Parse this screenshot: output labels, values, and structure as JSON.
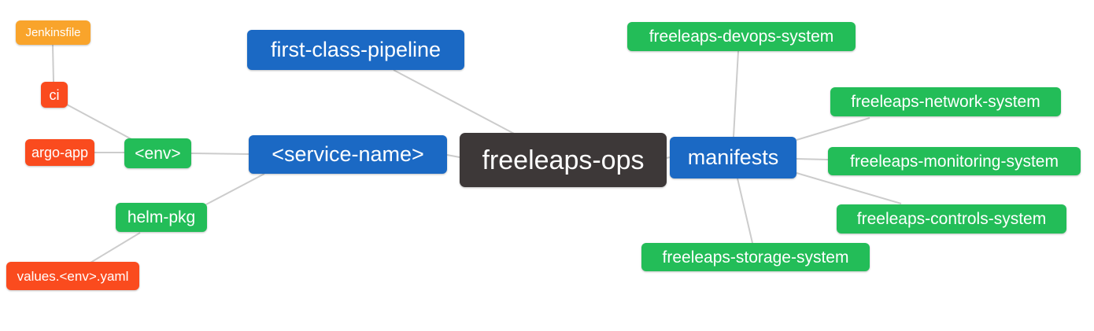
{
  "diagram": {
    "type": "mindmap",
    "background": "#ffffff",
    "edge_color": "#cccccc",
    "colors": {
      "blue": "#1b69c4",
      "green": "#23bd58",
      "orange": "#f9a42b",
      "red": "#fa4b1e",
      "dark": "#3d3838"
    },
    "nodes": [
      {
        "id": "jenkinsfile",
        "label": "Jenkinsfile",
        "color": "orange"
      },
      {
        "id": "ci",
        "label": "ci",
        "color": "red"
      },
      {
        "id": "argo-app",
        "label": "argo-app",
        "color": "red"
      },
      {
        "id": "env",
        "label": "<env>",
        "color": "green"
      },
      {
        "id": "helm-pkg",
        "label": "helm-pkg",
        "color": "green"
      },
      {
        "id": "values-env-yaml",
        "label": "values.<env>.yaml",
        "color": "red"
      },
      {
        "id": "first-class-pipeline",
        "label": "first-class-pipeline",
        "color": "blue"
      },
      {
        "id": "service-name",
        "label": "<service-name>",
        "color": "blue"
      },
      {
        "id": "freeleaps-ops",
        "label": "freeleaps-ops",
        "color": "dark"
      },
      {
        "id": "manifests",
        "label": "manifests",
        "color": "blue"
      },
      {
        "id": "freeleaps-devops-system",
        "label": "freeleaps-devops-system",
        "color": "green"
      },
      {
        "id": "freeleaps-network-system",
        "label": "freeleaps-network-system",
        "color": "green"
      },
      {
        "id": "freeleaps-monitoring-system",
        "label": "freeleaps-monitoring-system",
        "color": "green"
      },
      {
        "id": "freeleaps-controls-system",
        "label": "freeleaps-controls-system",
        "color": "green"
      },
      {
        "id": "freeleaps-storage-system",
        "label": "freeleaps-storage-system",
        "color": "green"
      }
    ],
    "edges": [
      [
        "Jenkinsfile",
        "ci"
      ],
      [
        "ci",
        "<env>"
      ],
      [
        "argo-app",
        "<env>"
      ],
      [
        "<env>",
        "<service-name>"
      ],
      [
        "helm-pkg",
        "<service-name>"
      ],
      [
        "values.<env>.yaml",
        "helm-pkg"
      ],
      [
        "first-class-pipeline",
        "freeleaps-ops"
      ],
      [
        "<service-name>",
        "freeleaps-ops"
      ],
      [
        "freeleaps-ops",
        "manifests"
      ],
      [
        "manifests",
        "freeleaps-devops-system"
      ],
      [
        "manifests",
        "freeleaps-network-system"
      ],
      [
        "manifests",
        "freeleaps-monitoring-system"
      ],
      [
        "manifests",
        "freeleaps-controls-system"
      ],
      [
        "manifests",
        "freeleaps-storage-system"
      ]
    ]
  }
}
